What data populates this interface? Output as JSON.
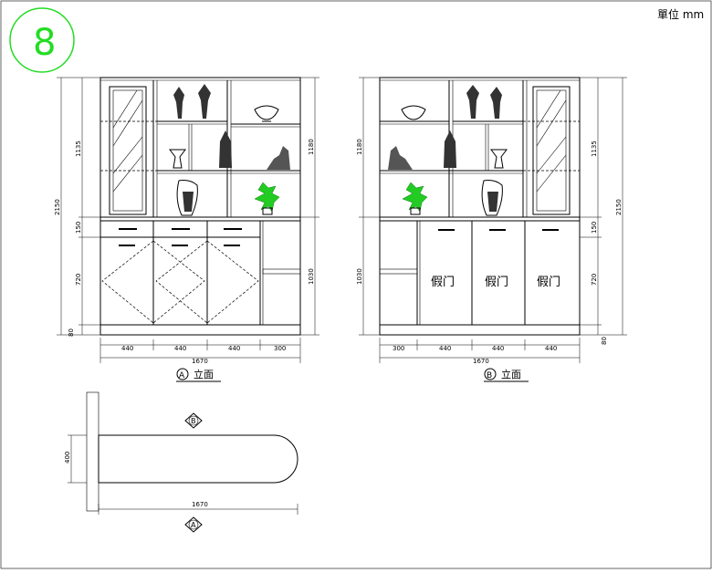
{
  "sheet": {
    "number": "8",
    "units": "單位 mm"
  },
  "elevation_a": {
    "caption_letter": "A",
    "caption_text": "立面",
    "dims": {
      "total_width": "1670",
      "segments": [
        "440",
        "440",
        "440",
        "300"
      ],
      "total_height": "2150",
      "upper": "1135",
      "upper_right": "1180",
      "drawer": "150",
      "door": "720",
      "plinth": "80",
      "low_right": "1030"
    }
  },
  "elevation_b": {
    "caption_letter": "B",
    "caption_text": "立面",
    "dims": {
      "total_width": "1670",
      "segments": [
        "300",
        "440",
        "440",
        "440"
      ],
      "total_height": "2150",
      "upper": "1135",
      "upper_left": "1180",
      "drawer": "150",
      "door": "720",
      "plinth": "80",
      "low_left": "1030"
    },
    "fake_doors": [
      "假门",
      "假门",
      "假门"
    ]
  },
  "plan": {
    "width": "1670",
    "depth": "400",
    "view_b": "B",
    "view_a": "A"
  },
  "colors": {
    "badge": "#22dd22",
    "plant": "#22cc22"
  }
}
